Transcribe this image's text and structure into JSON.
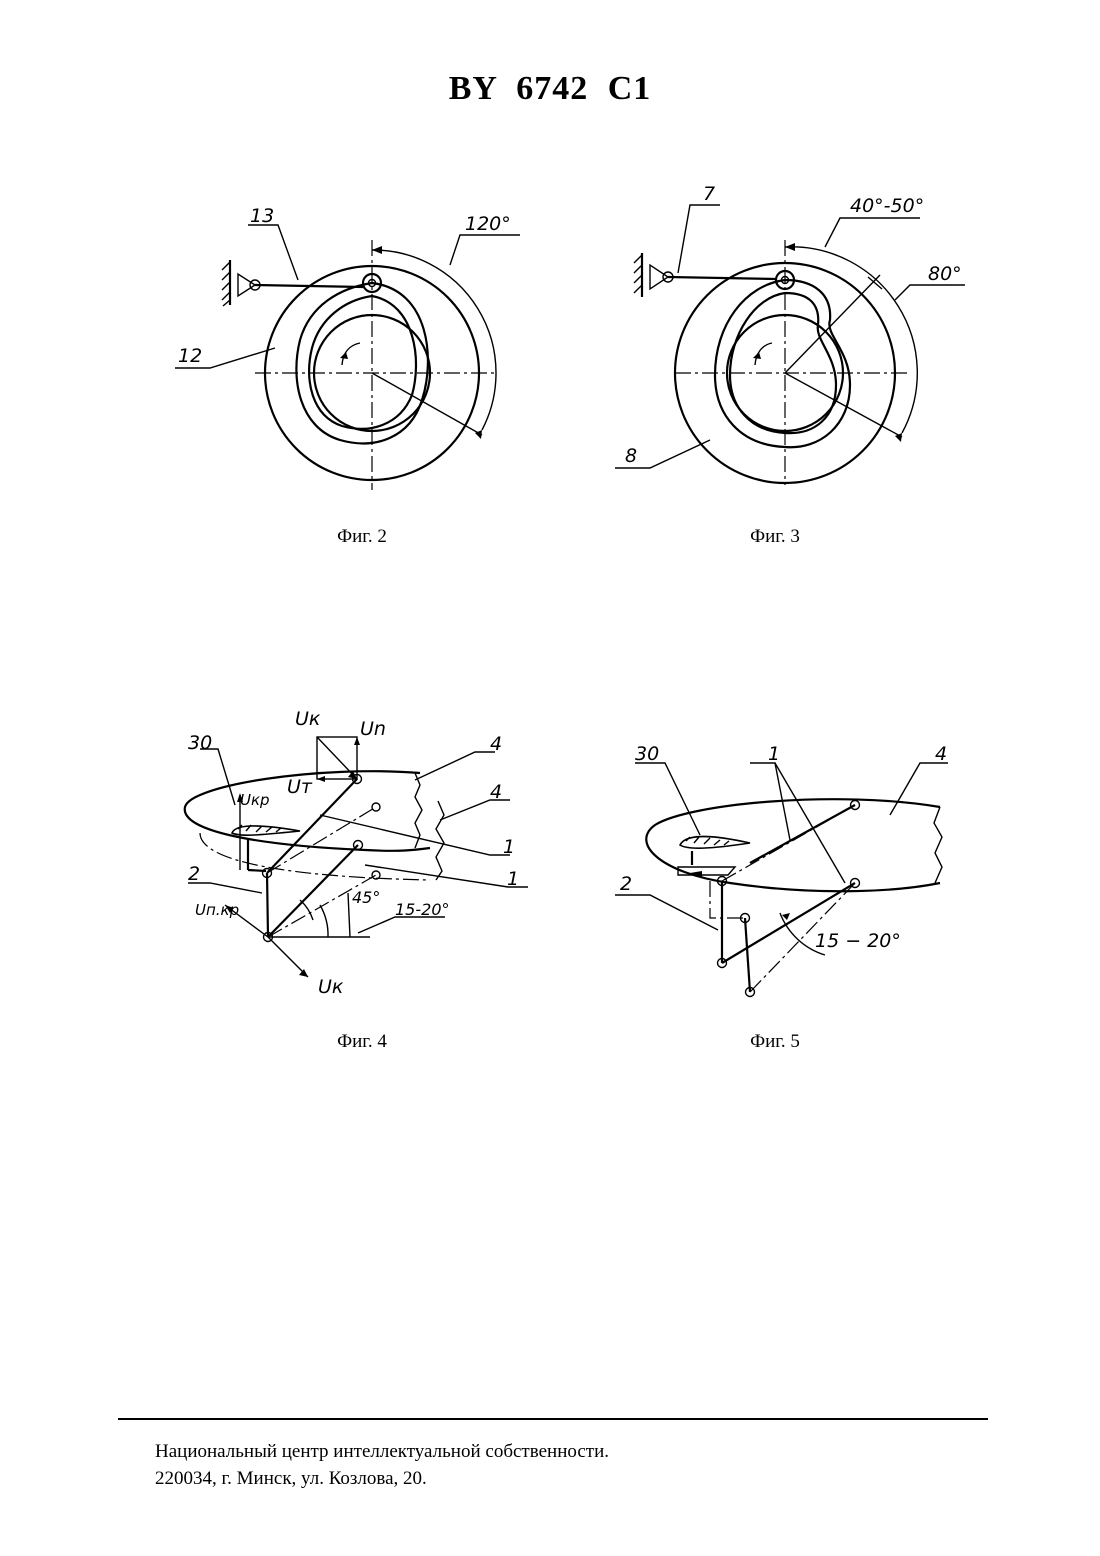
{
  "document": {
    "title": "BY 6742 C1"
  },
  "figures": {
    "fig2": {
      "caption": "Фиг. 2",
      "labels": {
        "n13": "13",
        "n12": "12",
        "angle": "120°"
      }
    },
    "fig3": {
      "caption": "Фиг. 3",
      "labels": {
        "n7": "7",
        "n8": "8",
        "angle1": "40°-50°",
        "angle2": "80°"
      }
    },
    "fig4": {
      "caption": "Фиг. 4",
      "labels": {
        "uk_top": "Uк",
        "un": "Un",
        "ut": "Uт",
        "ukp": "Uкр",
        "n30": "30",
        "n4a": "4",
        "n4b": "4",
        "n1a": "1",
        "n1b": "1",
        "n2": "2",
        "unkp": "Uп.кр",
        "uk_bottom": "Uк",
        "angle45": "45°",
        "angle1520": "15-20°"
      }
    },
    "fig5": {
      "caption": "Фиг. 5",
      "labels": {
        "n30": "30",
        "n1": "1",
        "n4": "4",
        "n2": "2",
        "angle1520": "15 − 20°"
      }
    }
  },
  "footer": {
    "line1": "Национальный центр интеллектуальной собственности.",
    "line2": "220034, г. Минск, ул. Козлова, 20."
  }
}
